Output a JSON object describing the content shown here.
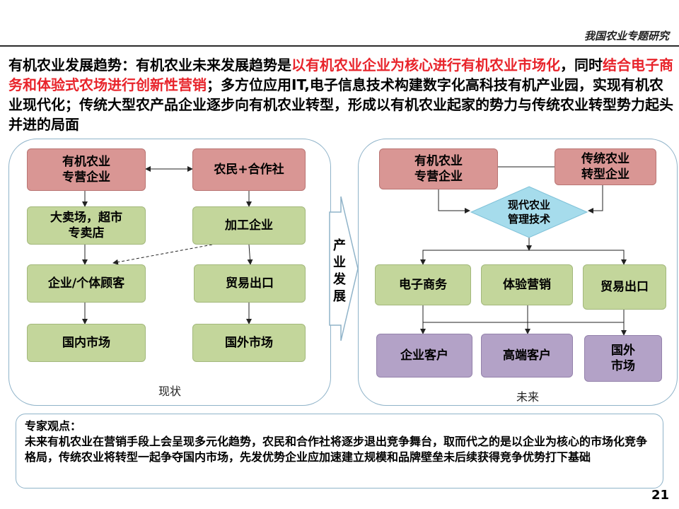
{
  "header": {
    "title": "我国农业专题研究"
  },
  "intro": {
    "part1": "有机农业发展趋势：有机农业未来发展趋势是",
    "highlight1": "以有机农业企业为核心进行有机农业市场化",
    "part2": "，同时",
    "highlight2": "结合电子商务和体验式农场进行创新性营销",
    "part3": "；多方位应用IT,电子信息技术构建数字化高科技有机产业园，实现有机农业现代化；传统大型农产品企业逐步向有机农业转型，形成以有机农业起家的势力与传统农业转型势力起头并进的局面"
  },
  "left": {
    "box1_line1": "有机农业",
    "box1_line2": "专营企业",
    "box2": "农民+合作社",
    "box3_line1": "大卖场，超市",
    "box3_line2": "专卖店",
    "box4": "加工企业",
    "box5": "企业/个体顾客",
    "box6": "贸易出口",
    "box7": "国内市场",
    "box8": "国外市场",
    "caption": "现状"
  },
  "middle": {
    "arrow_label": "产业发展",
    "c1": "产",
    "c2": "业",
    "c3": "发",
    "c4": "展"
  },
  "right": {
    "box1_line1": "有机农业",
    "box1_line2": "专营企业",
    "box2_line1": "传统农业",
    "box2_line2": "转型企业",
    "diamond_line1": "现代农业",
    "diamond_line2": "管理技术",
    "box3": "电子商务",
    "box4": "体验营销",
    "box5": "贸易出口",
    "box6": "企业客户",
    "box7": "高端客户",
    "box8_line1": "国外",
    "box8_line2": "市场",
    "caption": "未来"
  },
  "expert": {
    "title": "专家观点：",
    "text": "未来有机农业在营销手段上会呈现多元化趋势，农民和合作社将逐步退出竞争舞台，取而代之的是以企业为核心的市场化竞争格局，传统农业将转型一起争夺国内市场，先发优势企业应加速建立规模和品牌壁垒未后续获得竞争优势打下基础"
  },
  "page_number": "21",
  "colors": {
    "pink": "#d99694",
    "green": "#c3d69b",
    "purple": "#b3a2c7",
    "highlight": "#e8242b",
    "diamond": "#a6dcec"
  }
}
